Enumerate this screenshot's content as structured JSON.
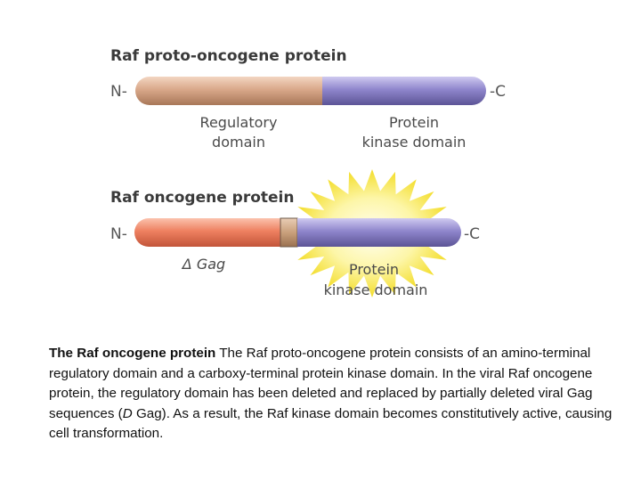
{
  "diagram": {
    "proto": {
      "title": "Raf proto-oncogene protein",
      "n_term": "N-",
      "c_term": "-C",
      "regulatory_label_line1": "Regulatory",
      "regulatory_label_line2": "domain",
      "kinase_label_line1": "Protein",
      "kinase_label_line2": "kinase domain"
    },
    "oncogene": {
      "title": "Raf oncogene protein",
      "n_term": "N-",
      "c_term": "-C",
      "gag_label": "Δ Gag",
      "kinase_label_line1": "Protein",
      "kinase_label_line2": "kinase domain"
    },
    "colors": {
      "regulatory": "#d9a88a",
      "kinase": "#8f86cc",
      "gag": "#ee8060",
      "junction": "#c9a07c",
      "burst": "#f7e640",
      "title_text": "#3a3a3a"
    }
  },
  "caption": {
    "bold_lead": "The Raf oncogene protein",
    "text_part1": " The Raf proto-oncogene protein consists of an amino-terminal regulatory domain and a carboxy-terminal protein kinase domain. In the viral Raf oncogene protein, the regulatory domain has been deleted and replaced by partially deleted viral Gag sequences (",
    "italic_d": "D",
    "text_part2": " Gag). As a result, the Raf kinase domain becomes constitutively active, causing cell transformation."
  }
}
